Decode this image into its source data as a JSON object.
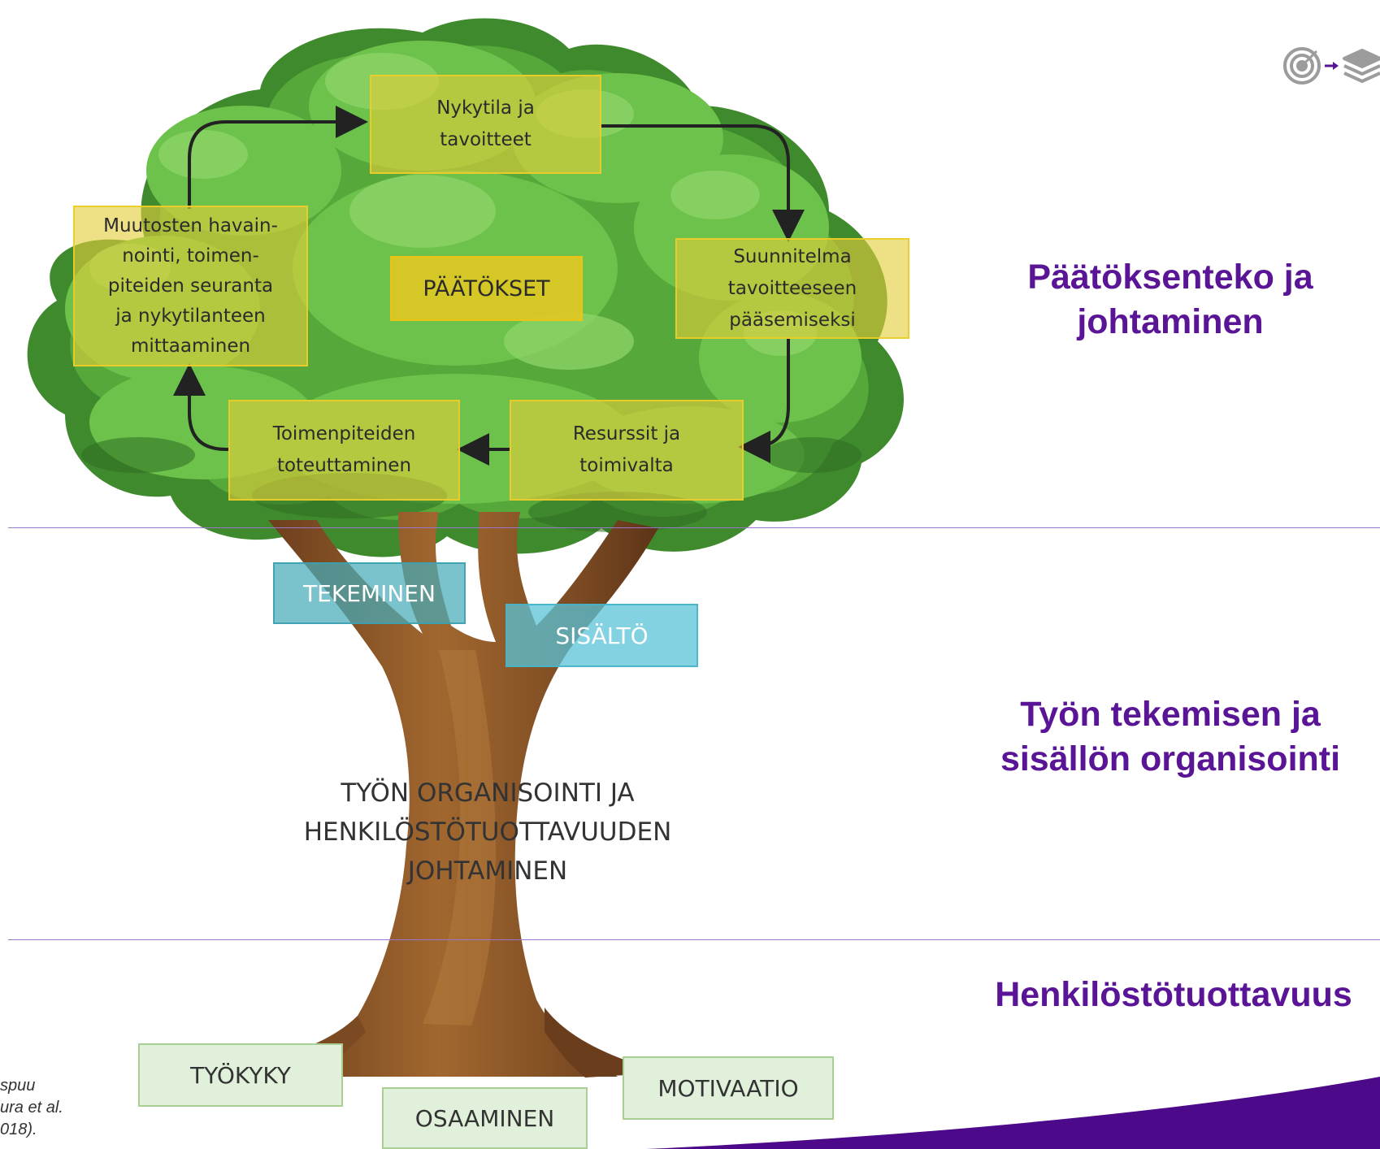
{
  "cycle": {
    "current_state": "Nykytila ja\ntavoitteet",
    "plan": "Suunnitelma\ntavoitteeseen\npääsemiseksi",
    "resources": "Resurssit ja\ntoimivalta",
    "implementation": "Toimenpiteiden\ntoteuttaminen",
    "monitoring": "Muutosten havain-\nnointi, toimen-\npiteiden seuranta\nja nykytilanteen\nmittaaminen",
    "core": "PÄÄTÖKSET"
  },
  "branches": {
    "doing": "TEKEMINEN",
    "content": "SISÄLTÖ"
  },
  "trunk": {
    "lines": [
      "TYÖN ORGANISOINTI JA",
      "HENKILÖSTÖTUOTTAVUUDEN",
      "JOHTAMINEN"
    ]
  },
  "roots": {
    "work_ability": "TYÖKYKY",
    "competence": "OSAAMINEN",
    "motivation": "MOTIVAATIO"
  },
  "levels": {
    "top": [
      "Päätöksenteko ja",
      "johtaminen"
    ],
    "middle": [
      "Työn tekemisen ja",
      "sisällön organisointi"
    ],
    "bottom": [
      "Henkilöstötuottavuus"
    ]
  },
  "citation": {
    "lines": [
      "spuu",
      "ura et al.",
      "018)."
    ]
  },
  "colors": {
    "accent_purple": "#5a1596",
    "leaf_green": "#6cc24a",
    "trunk_brown": "#8a5327",
    "cycle_yellow": "#e2cd3a",
    "teal": "#46aab9",
    "root_green": "#e1f0da"
  },
  "icons": [
    "target-icon",
    "arrow-right-icon",
    "stack-icon"
  ]
}
